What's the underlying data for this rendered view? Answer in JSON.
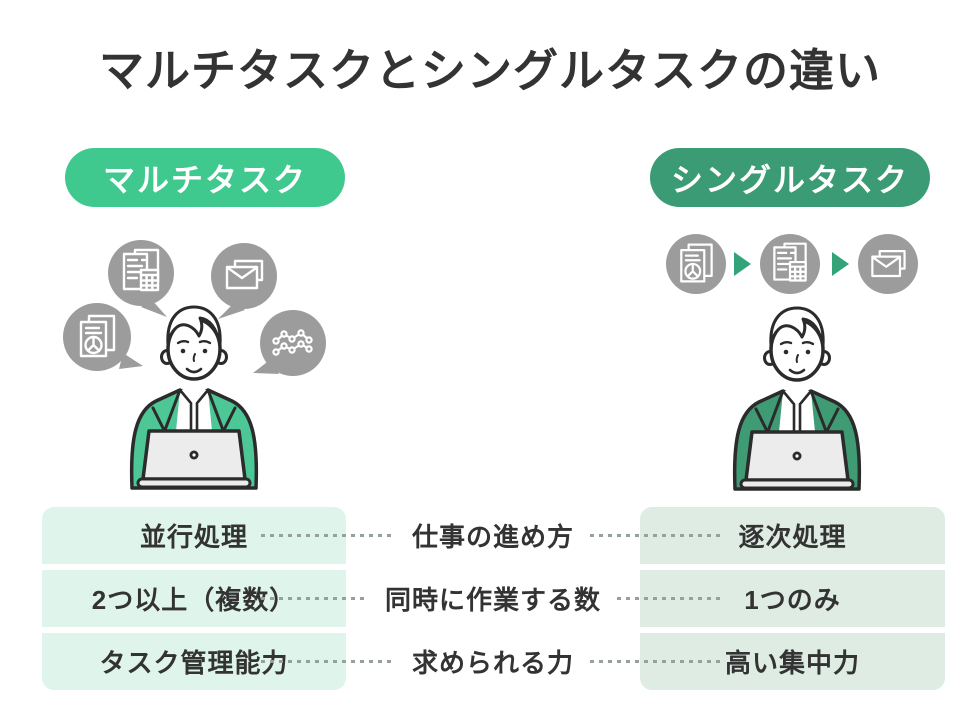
{
  "title": "マルチタスクとシングルタスクの違い",
  "colors": {
    "accent_light_green": "#3fc98f",
    "accent_dark_green": "#3b9b74",
    "bubble_gray": "#9c9c9c",
    "cell_left_bg": "#dff4ea",
    "cell_right_bg": "#deece4",
    "arrow_green": "#33a37a",
    "text": "#333333"
  },
  "multitask": {
    "badge": "マルチタスク",
    "bubble_icons": [
      "invoice-calculator-icon",
      "mail-icon",
      "pie-report-icon",
      "line-chart-icon"
    ]
  },
  "singletask": {
    "badge": "シングルタスク",
    "sequence_icons": [
      "pie-report-icon",
      "invoice-calculator-icon",
      "mail-icon"
    ],
    "sequence_separator": "arrow-right-icon"
  },
  "table": {
    "rows": [
      {
        "left": "並行処理",
        "center": "仕事の進め方",
        "right": "逐次処理"
      },
      {
        "left": "2つ以上（複数）",
        "center": "同時に作業する数",
        "right": "1つのみ"
      },
      {
        "left": "タスク管理能力",
        "center": "求められる力",
        "right": "高い集中力"
      }
    ]
  }
}
